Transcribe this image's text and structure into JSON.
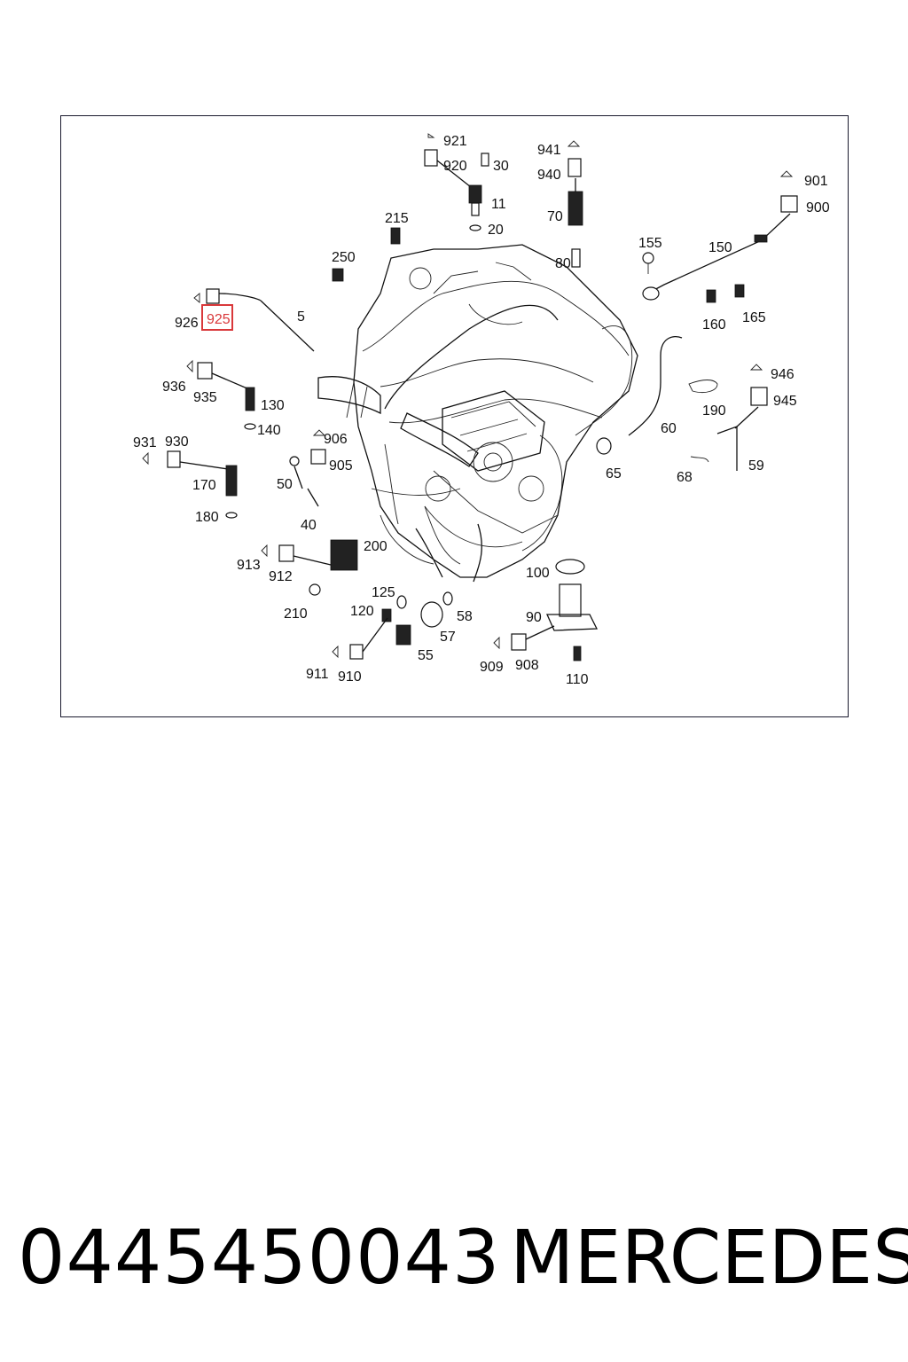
{
  "footer": {
    "part_number": "0445450043",
    "brand": "MERCEDES"
  },
  "diagram": {
    "highlight_color": "#d9383a",
    "highlighted_label": "925",
    "labels": [
      "921",
      "920",
      "30",
      "11",
      "20",
      "941",
      "940",
      "70",
      "80",
      "901",
      "900",
      "215",
      "250",
      "155",
      "150",
      "160",
      "165",
      "926",
      "925",
      "5",
      "936",
      "935",
      "130",
      "140",
      "946",
      "945",
      "190",
      "60",
      "65",
      "59",
      "68",
      "931",
      "930",
      "170",
      "180",
      "906",
      "905",
      "50",
      "40",
      "913",
      "912",
      "200",
      "210",
      "125",
      "120",
      "58",
      "57",
      "55",
      "100",
      "90",
      "911",
      "910",
      "909",
      "908",
      "110"
    ]
  }
}
